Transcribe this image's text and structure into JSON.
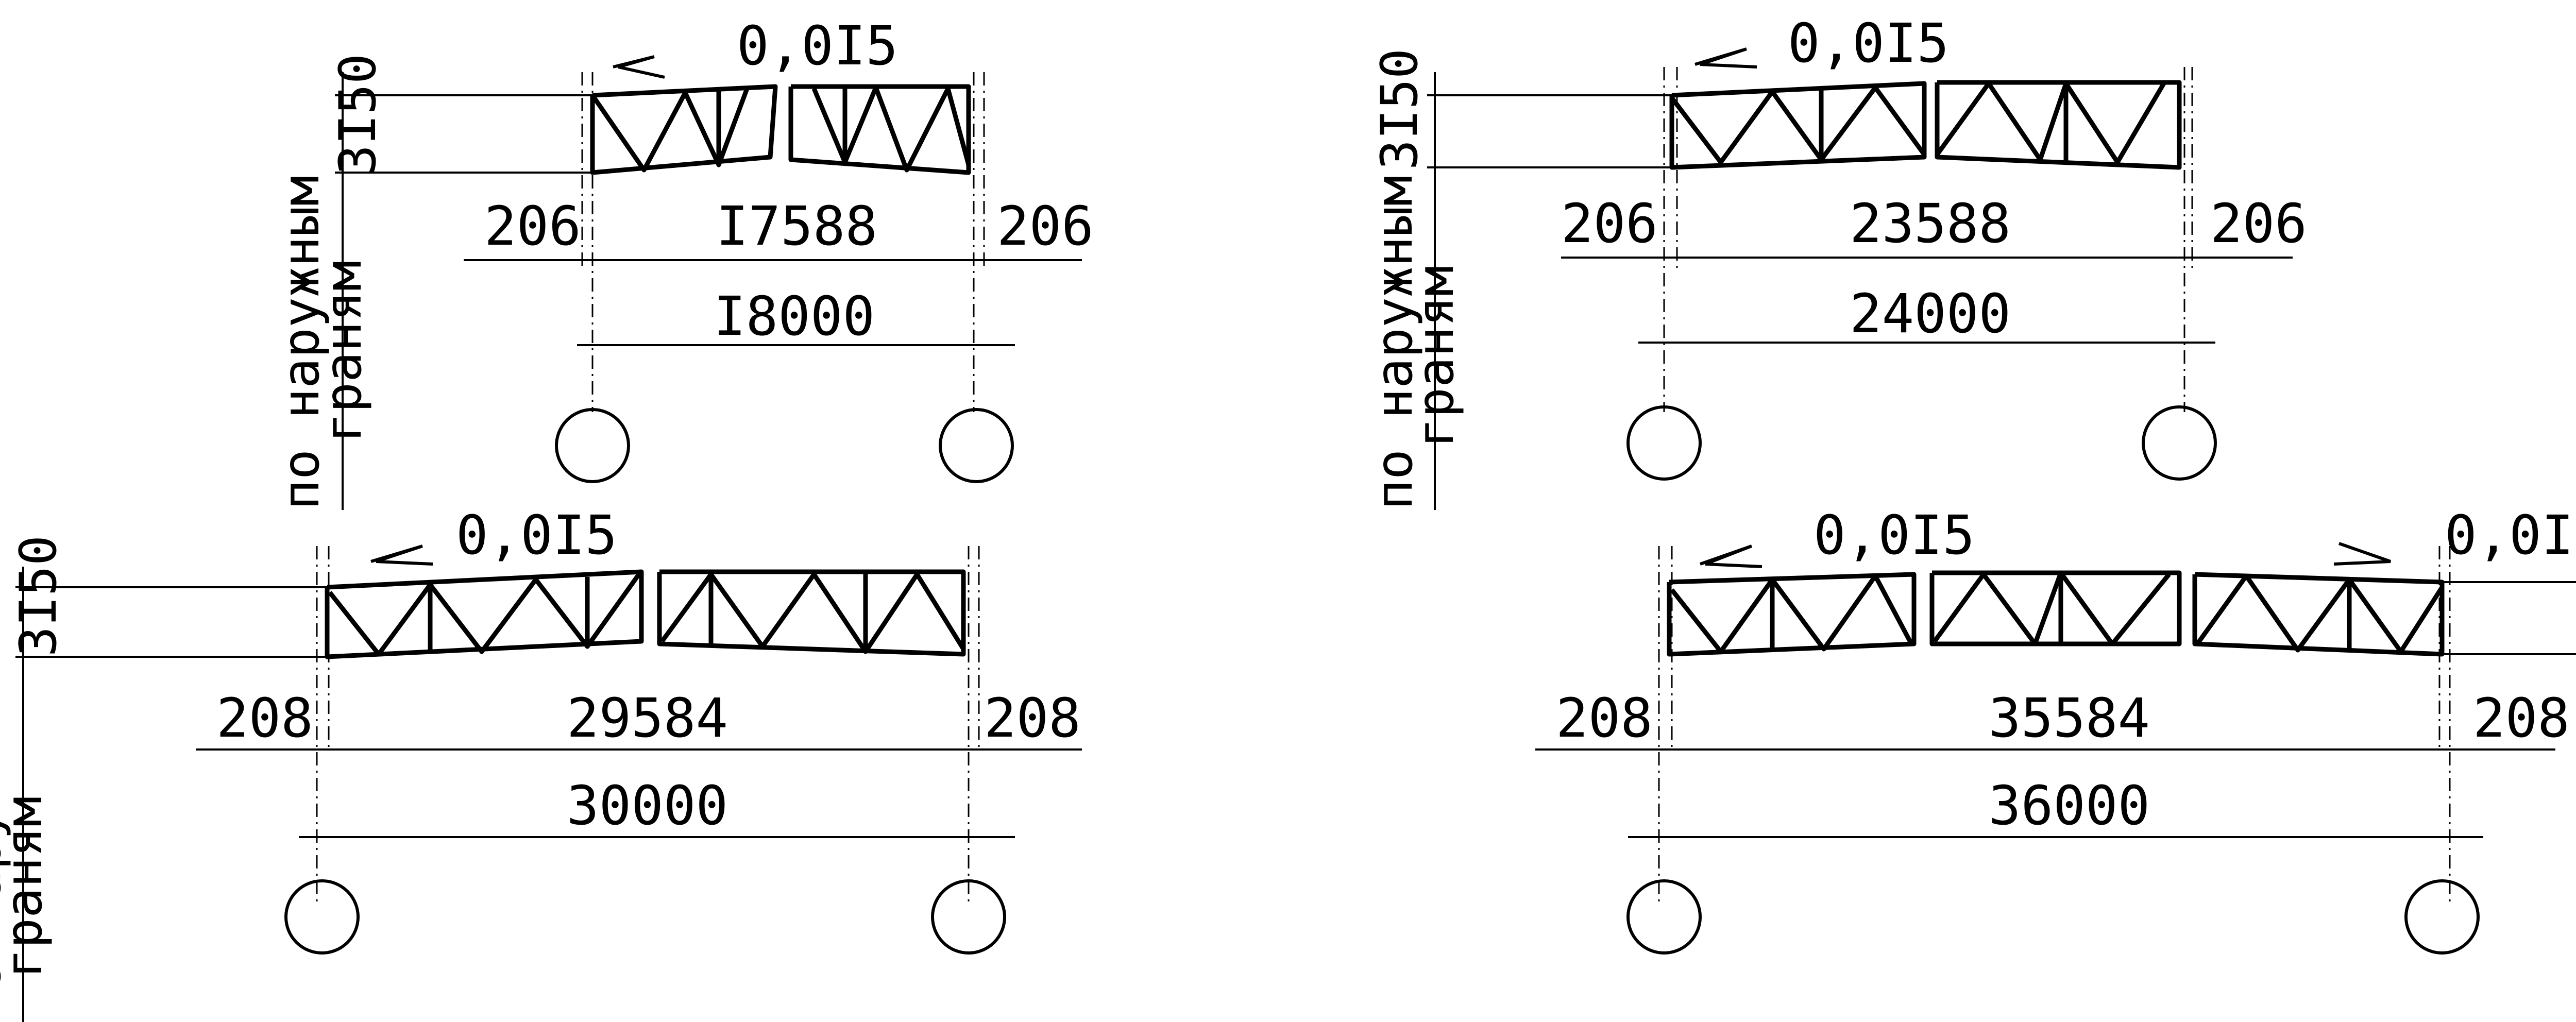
{
  "slope": "0,0I5",
  "height": "3I50",
  "note_line1": "по наружным",
  "note_line2": "граням",
  "caption": "",
  "schemes": [
    {
      "id": "18",
      "outer": "I8000",
      "inner": "I7588",
      "left": "206",
      "right": "206"
    },
    {
      "id": "24",
      "outer": "24000",
      "inner": "23588",
      "left": "206",
      "right": "206"
    },
    {
      "id": "30",
      "outer": "30000",
      "inner": "29584",
      "left": "208",
      "right": "208"
    },
    {
      "id": "36",
      "outer": "36000",
      "inner": "35584",
      "left": "208",
      "right": "208"
    }
  ]
}
